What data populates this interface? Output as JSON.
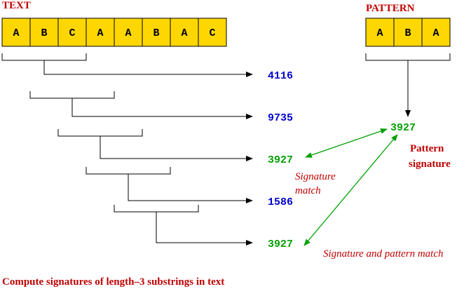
{
  "labels": {
    "text_heading": "TEXT",
    "pattern_heading": "PATTERN",
    "pattern_signature": [
      "Pattern",
      "signature"
    ],
    "signature_match": [
      "Signature",
      "match"
    ],
    "signature_and_pattern_match": "Signature and pattern match",
    "caption": "Compute signatures of length–3 substrings in text"
  },
  "text_chars": [
    "A",
    "B",
    "C",
    "A",
    "A",
    "B",
    "A",
    "C"
  ],
  "pattern_chars": [
    "A",
    "B",
    "A"
  ],
  "pattern_value": "3927",
  "signatures": [
    {
      "value": "4116",
      "match": false
    },
    {
      "value": "9735",
      "match": false
    },
    {
      "value": "3927",
      "match": true
    },
    {
      "value": "1586",
      "match": false
    },
    {
      "value": "3927",
      "match": true
    }
  ],
  "colors": {
    "cell_fill": "#ffd700",
    "heading": "#c00000",
    "nomatch": "#0000cc",
    "match": "#00a000",
    "annotation": "#c00000",
    "line": "#000000"
  }
}
